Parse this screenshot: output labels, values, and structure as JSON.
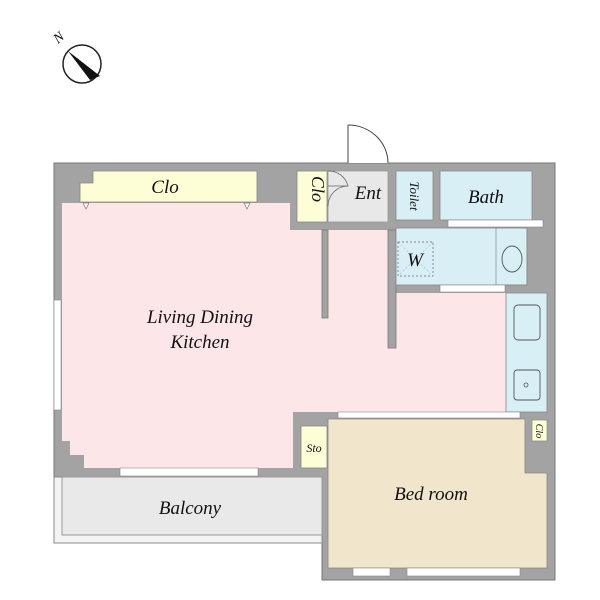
{
  "compass": {
    "label": "N"
  },
  "rooms": {
    "ldk_line1": "Living Dining",
    "ldk_line2": "Kitchen",
    "closet_main": "Clo",
    "closet_entry": "Clo",
    "entrance": "Ent",
    "toilet": "Toilet",
    "bath": "Bath",
    "washer": "W",
    "storage": "Sto",
    "bedroom": "Bed room",
    "closet_bedroom": "Clo",
    "balcony": "Balcony"
  },
  "colors": {
    "wall": "#a3a3a3",
    "ldk": "#fde6e8",
    "closet": "#fdfdd6",
    "entrance": "#e8e8e8",
    "wet": "#d9eff6",
    "bedroom": "#f1e6cb",
    "balcony": "#e9e9e9"
  }
}
